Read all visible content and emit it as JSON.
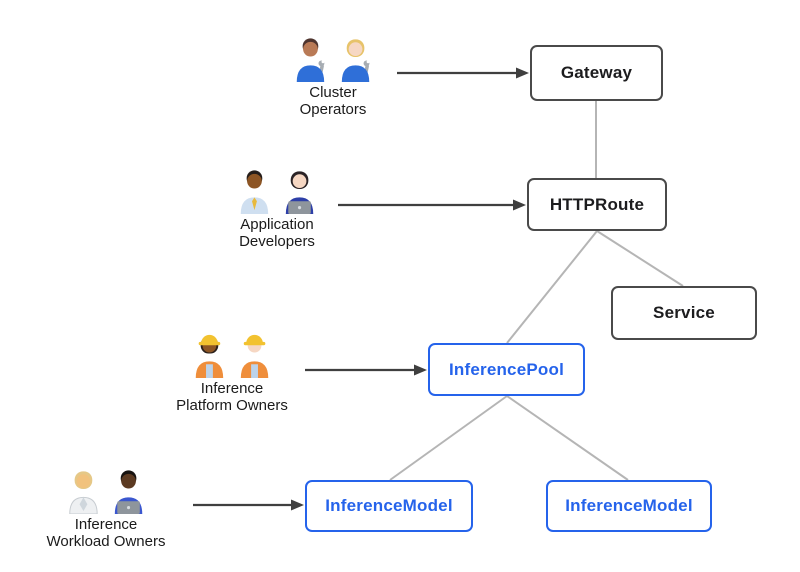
{
  "personas": {
    "cluster_operators": {
      "line1": "Cluster",
      "line2": "Operators",
      "emoji": "👨🏽‍🔧 👩🏼‍🔧",
      "icon": "mechanics-emoji-pair-icon"
    },
    "application_developers": {
      "line1": "Application",
      "line2": "Developers",
      "emoji": "👨🏾‍💻 👩🏻‍💻",
      "icon": "technologists-emoji-pair-icon"
    },
    "inference_platform_owners": {
      "line1": "Inference",
      "line2": "Platform Owners",
      "emoji": "👷🏾‍♀️ 👷🏻",
      "icon": "construction-workers-emoji-pair-icon"
    },
    "inference_workload_owners": {
      "line1": "Inference",
      "line2": "Workload Owners",
      "emoji": "🧑🏼‍⚕️ 👨🏿‍💻",
      "icon": "white-coat-person-and-technologist-emoji-pair-icon"
    }
  },
  "nodes": {
    "gateway": {
      "label": "Gateway",
      "style": "dark"
    },
    "httproute": {
      "label": "HTTPRoute",
      "style": "dark"
    },
    "service": {
      "label": "Service",
      "style": "dark"
    },
    "inference_pool": {
      "label": "InferencePool",
      "style": "blue"
    },
    "inference_model_left": {
      "label": "InferenceModel",
      "style": "blue"
    },
    "inference_model_right": {
      "label": "InferenceModel",
      "style": "blue"
    }
  },
  "edges": [
    {
      "from": "gateway",
      "to": "httproute",
      "type": "line"
    },
    {
      "from": "httproute",
      "to": "inference_pool",
      "type": "line"
    },
    {
      "from": "httproute",
      "to": "service",
      "type": "line"
    },
    {
      "from": "inference_pool",
      "to": "inference_model_left",
      "type": "line"
    },
    {
      "from": "inference_pool",
      "to": "inference_model_right",
      "type": "line"
    },
    {
      "from": "cluster_operators",
      "to": "gateway",
      "type": "arrow"
    },
    {
      "from": "application_developers",
      "to": "httproute",
      "type": "arrow"
    },
    {
      "from": "inference_platform_owners",
      "to": "inference_pool",
      "type": "arrow"
    },
    {
      "from": "inference_workload_owners",
      "to": "inference_model_left",
      "type": "arrow"
    }
  ],
  "colors": {
    "background": "#ffffff",
    "node_border_dark": "#4a4a4a",
    "node_text_dark": "#1c1c1e",
    "node_border_blue": "#2563eb",
    "node_text_blue": "#2563eb",
    "connector_gray": "#b5b5b5",
    "arrow_dark": "#3f3f3f",
    "persona_label_text": "#1b1b1b"
  }
}
